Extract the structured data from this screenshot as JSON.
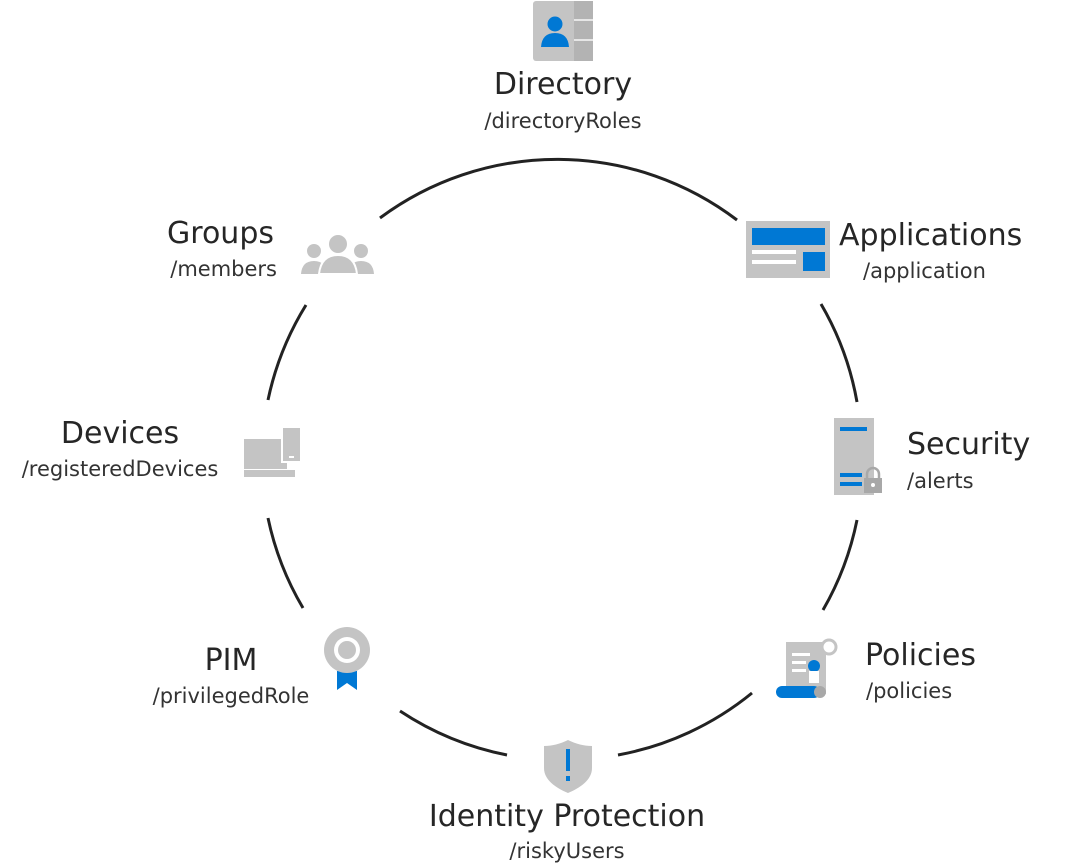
{
  "colors": {
    "accent": "#0078d4",
    "icon_gray": "#c4c4c4",
    "icon_gray_dark": "#a8a8a8",
    "ring": "#222222"
  },
  "nodes": [
    {
      "id": "directory",
      "title": "Directory",
      "path": "/directoryRoles",
      "icon": "contact-card-icon"
    },
    {
      "id": "applications",
      "title": "Applications",
      "path": "/application",
      "icon": "app-window-icon"
    },
    {
      "id": "security",
      "title": "Security",
      "path": "/alerts",
      "icon": "server-lock-icon"
    },
    {
      "id": "policies",
      "title": "Policies",
      "path": "/policies",
      "icon": "policy-scroll-icon"
    },
    {
      "id": "identity_protection",
      "title": "Identity Protection",
      "path": "/riskyUsers",
      "icon": "shield-alert-icon"
    },
    {
      "id": "pim",
      "title": "PIM",
      "path": "/privilegedRole",
      "icon": "award-ribbon-icon"
    },
    {
      "id": "devices",
      "title": "Devices",
      "path": "/registeredDevices",
      "icon": "devices-icon"
    },
    {
      "id": "groups",
      "title": "Groups",
      "path": "/members",
      "icon": "group-people-icon"
    }
  ]
}
